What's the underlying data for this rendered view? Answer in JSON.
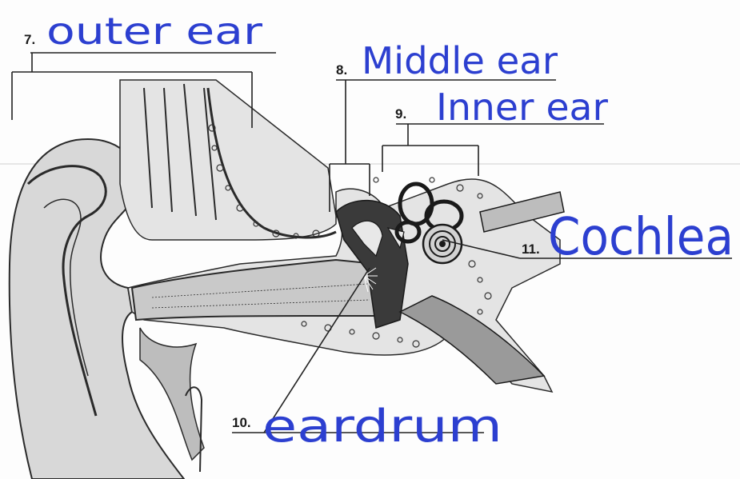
{
  "labels": [
    {
      "number": "7.",
      "answer": "outer ear"
    },
    {
      "number": "8.",
      "answer": "Middle ear"
    },
    {
      "number": "9.",
      "answer": "Inner ear"
    },
    {
      "number": "10.",
      "answer": "eardrum"
    },
    {
      "number": "11.",
      "answer": "Cochlea"
    }
  ],
  "colors": {
    "handwriting": "#2c3fd0",
    "ink": "#222222"
  }
}
